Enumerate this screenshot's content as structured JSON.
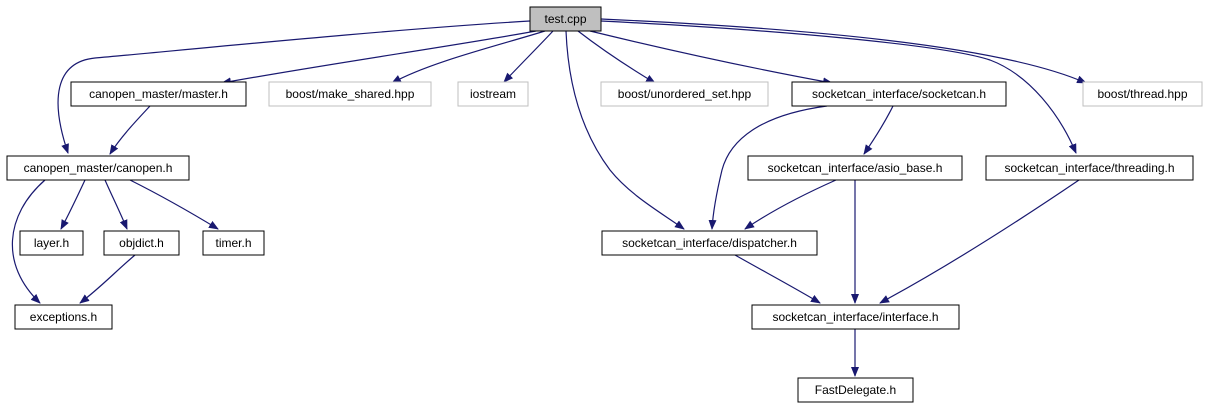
{
  "colors": {
    "edge": "#191970",
    "node_border": "#000000",
    "external_border": "#bfbfbf",
    "root_fill": "#bfbfbf",
    "node_fill": "#ffffff"
  },
  "nodes": {
    "test_cpp": {
      "label": "test.cpp",
      "kind": "root"
    },
    "canopen_master_h": {
      "label": "canopen_master/master.h",
      "kind": "local"
    },
    "boost_make_shared": {
      "label": "boost/make_shared.hpp",
      "kind": "external"
    },
    "iostream": {
      "label": "iostream",
      "kind": "external"
    },
    "boost_unordered_set": {
      "label": "boost/unordered_set.hpp",
      "kind": "external"
    },
    "socketcan_h": {
      "label": "socketcan_interface/socketcan.h",
      "kind": "local"
    },
    "boost_thread": {
      "label": "boost/thread.hpp",
      "kind": "external"
    },
    "canopen_h": {
      "label": "canopen_master/canopen.h",
      "kind": "local"
    },
    "asio_base_h": {
      "label": "socketcan_interface/asio_base.h",
      "kind": "local"
    },
    "threading_h": {
      "label": "socketcan_interface/threading.h",
      "kind": "local"
    },
    "layer_h": {
      "label": "layer.h",
      "kind": "local"
    },
    "objdict_h": {
      "label": "objdict.h",
      "kind": "local"
    },
    "timer_h": {
      "label": "timer.h",
      "kind": "local"
    },
    "dispatcher_h": {
      "label": "socketcan_interface/dispatcher.h",
      "kind": "local"
    },
    "exceptions_h": {
      "label": "exceptions.h",
      "kind": "local"
    },
    "interface_h": {
      "label": "socketcan_interface/interface.h",
      "kind": "local"
    },
    "fastdelegate_h": {
      "label": "FastDelegate.h",
      "kind": "local"
    }
  },
  "edges": [
    {
      "from": "test_cpp",
      "to": "canopen_h"
    },
    {
      "from": "test_cpp",
      "to": "canopen_master_h"
    },
    {
      "from": "test_cpp",
      "to": "boost_make_shared"
    },
    {
      "from": "test_cpp",
      "to": "iostream"
    },
    {
      "from": "test_cpp",
      "to": "dispatcher_h"
    },
    {
      "from": "test_cpp",
      "to": "boost_unordered_set"
    },
    {
      "from": "test_cpp",
      "to": "socketcan_h"
    },
    {
      "from": "test_cpp",
      "to": "threading_h"
    },
    {
      "from": "test_cpp",
      "to": "boost_thread"
    },
    {
      "from": "canopen_master_h",
      "to": "canopen_h"
    },
    {
      "from": "canopen_h",
      "to": "layer_h"
    },
    {
      "from": "canopen_h",
      "to": "objdict_h"
    },
    {
      "from": "canopen_h",
      "to": "timer_h"
    },
    {
      "from": "canopen_h",
      "to": "exceptions_h"
    },
    {
      "from": "objdict_h",
      "to": "exceptions_h"
    },
    {
      "from": "socketcan_h",
      "to": "dispatcher_h"
    },
    {
      "from": "socketcan_h",
      "to": "asio_base_h"
    },
    {
      "from": "asio_base_h",
      "to": "dispatcher_h"
    },
    {
      "from": "asio_base_h",
      "to": "interface_h"
    },
    {
      "from": "threading_h",
      "to": "interface_h"
    },
    {
      "from": "dispatcher_h",
      "to": "interface_h"
    },
    {
      "from": "interface_h",
      "to": "fastdelegate_h"
    }
  ]
}
